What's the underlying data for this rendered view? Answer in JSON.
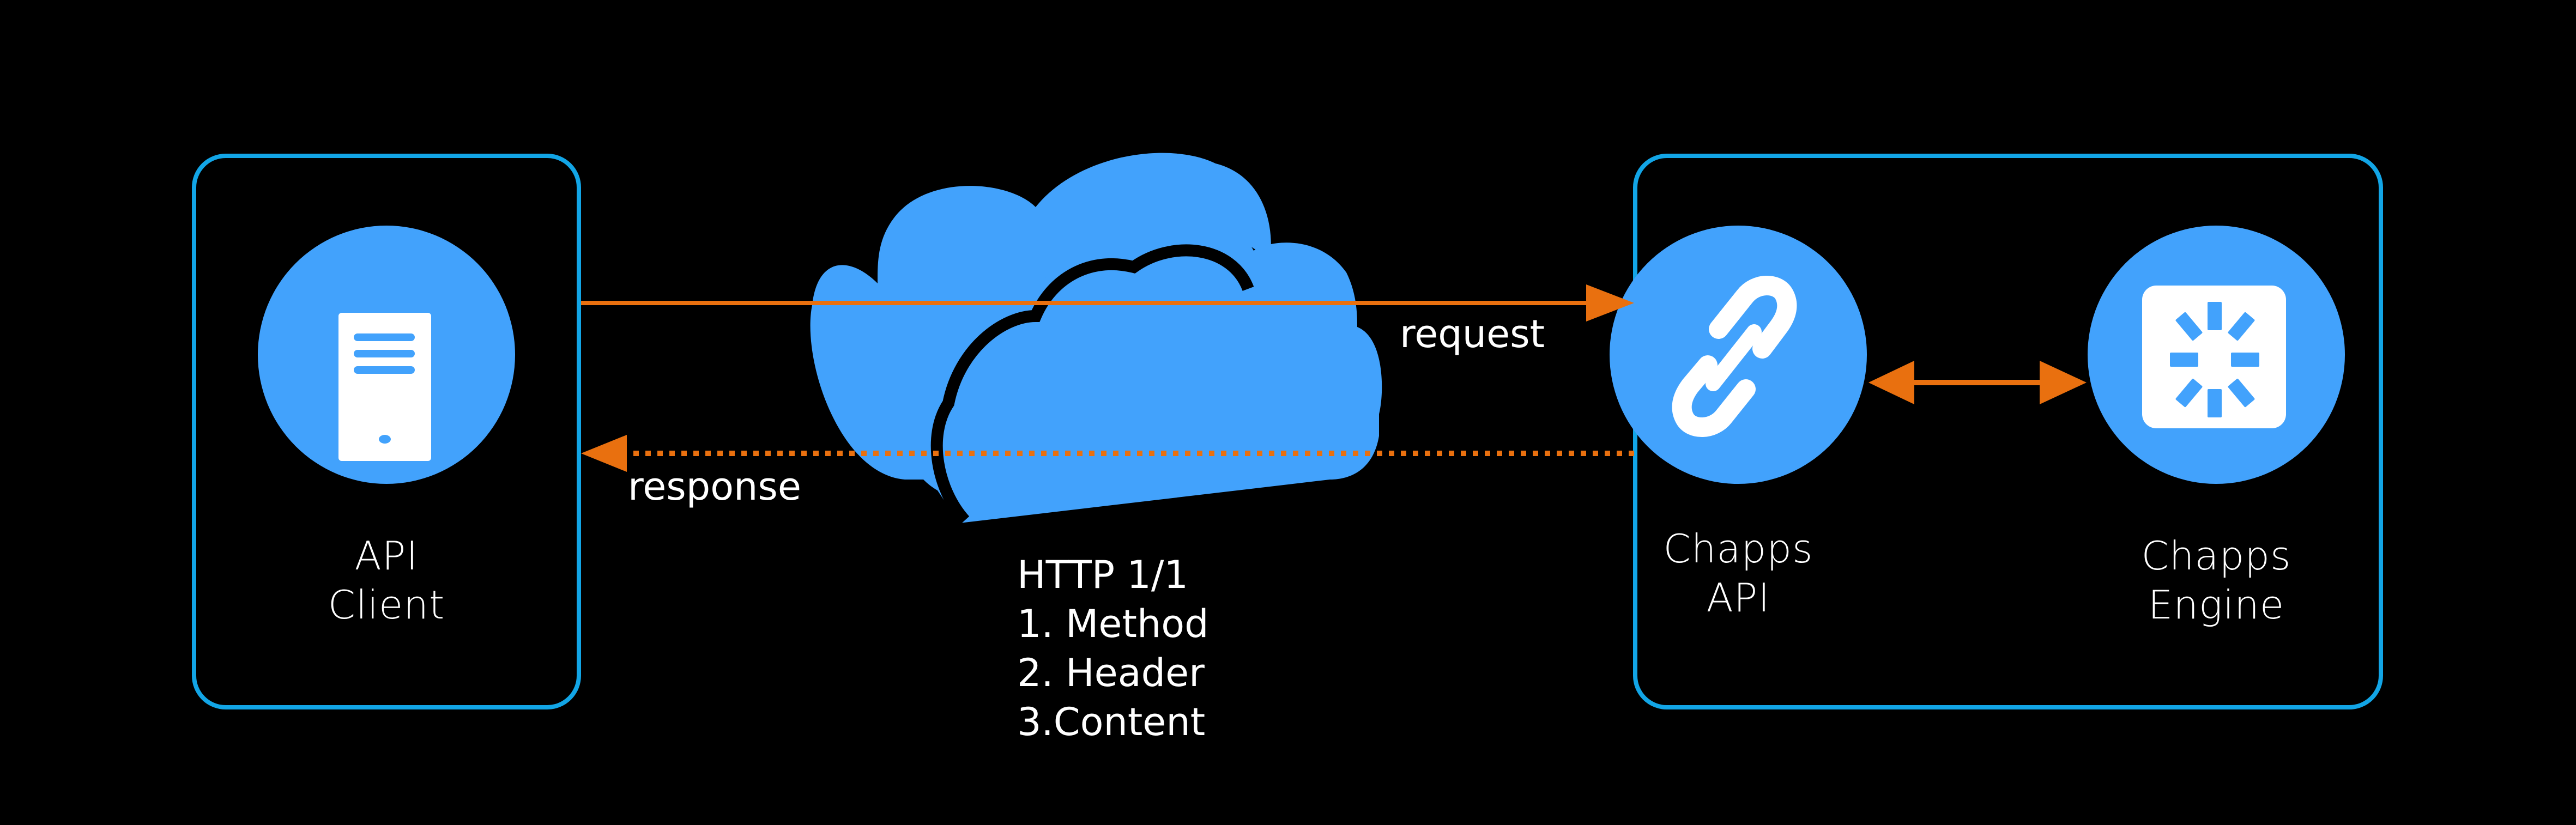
{
  "diagram": {
    "nodes": [
      {
        "id": "api-client",
        "label_line1": "API",
        "label_line2": "Client",
        "icon": "server-icon"
      },
      {
        "id": "chapps-api",
        "label_line1": "Chapps",
        "label_line2": "API",
        "icon": "link-icon"
      },
      {
        "id": "chapps-engine",
        "label_line1": "Chapps",
        "label_line2": "Engine",
        "icon": "spinner-icon"
      }
    ],
    "edges": [
      {
        "from": "api-client",
        "to": "chapps-api",
        "label": "request",
        "style": "solid"
      },
      {
        "from": "chapps-api",
        "to": "api-client",
        "label": "response",
        "style": "dotted"
      },
      {
        "from": "chapps-api",
        "to": "chapps-engine",
        "label": "",
        "style": "solid-bidirectional"
      }
    ],
    "cloud": {
      "icon": "cloud-icon",
      "title": "HTTP 1/1",
      "items": [
        "1. Method",
        "2. Header",
        "3.Content"
      ]
    },
    "colors": {
      "background": "#000000",
      "box_border": "#12a5e6",
      "node_fill": "#42a2fc",
      "arrow": "#e9700f",
      "text": "#ffffff"
    }
  }
}
